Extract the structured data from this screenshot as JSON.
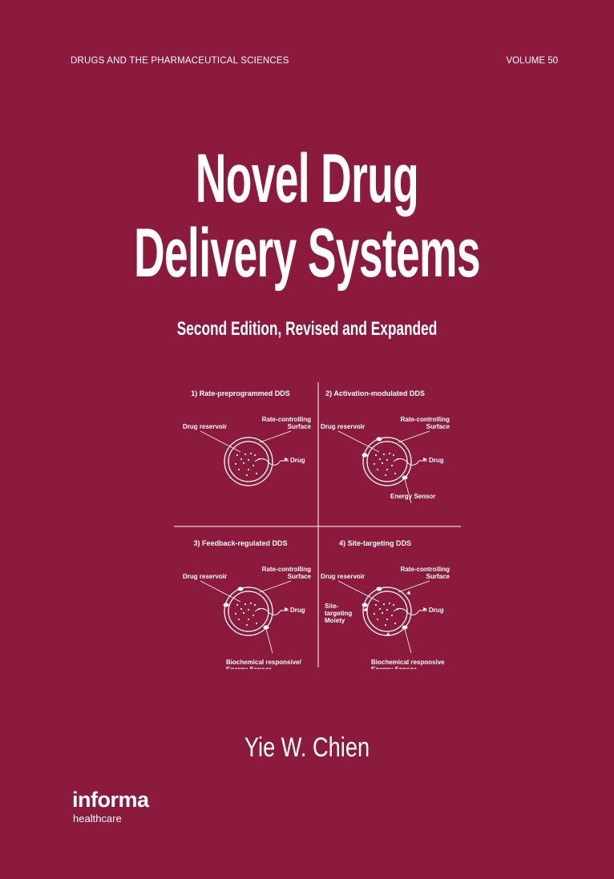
{
  "series": "DRUGS AND THE PHARMACEUTICAL SCIENCES",
  "volume": "VOLUME 50",
  "title_line1": "Novel Drug",
  "title_line2": "Delivery Systems",
  "subtitle": "Second Edition, Revised and Expanded",
  "diagram": {
    "q1": {
      "title": "1) Rate-preprogrammed DDS",
      "reservoir": "Drug reservoir",
      "surface1": "Rate-controlling",
      "surface2": "Surface",
      "drug": "Drug"
    },
    "q2": {
      "title": "2) Activation-modulated DDS",
      "reservoir": "Drug reservoir",
      "surface1": "Rate-controlling",
      "surface2": "Surface",
      "drug": "Drug",
      "sensor": "Energy Sensor"
    },
    "q3": {
      "title": "3) Feedback-regulated DDS",
      "reservoir": "Drug reservoir",
      "surface1": "Rate-controlling",
      "surface2": "Surface",
      "drug": "Drug",
      "sensor1": "Biochemical responsive/",
      "sensor2": "Energy Sensor"
    },
    "q4": {
      "title": "4) Site-targeting DDS",
      "reservoir": "Drug reservoir",
      "surface1": "Rate-controlling",
      "surface2": "Surface",
      "drug": "Drug",
      "moiety1": "Site-",
      "moiety2": "targeting",
      "moiety3": "Moiety",
      "sensor1": "Biochemical responsive",
      "sensor2": "Energy Sensor"
    }
  },
  "author": "Yie W. Chien",
  "publisher": {
    "name": "informa",
    "sub": "healthcare"
  },
  "colors": {
    "background": "#8b1a3c",
    "text": "#ffffff"
  }
}
